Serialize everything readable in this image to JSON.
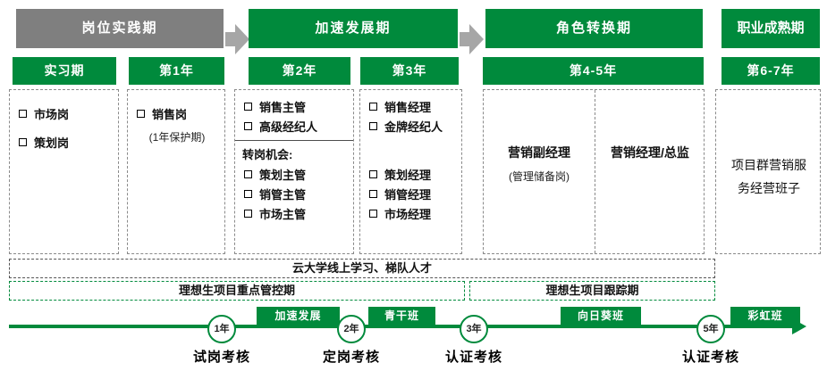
{
  "colors": {
    "green": "#008A3C",
    "gray": "#7F7F7F",
    "arrow_gray": "#A6A6A6"
  },
  "phases": [
    {
      "label": "岗位实践期"
    },
    {
      "label": "加速发展期"
    },
    {
      "label": "角色转换期"
    },
    {
      "label": "职业成熟期"
    }
  ],
  "years": [
    "实习期",
    "第1年",
    "第2年",
    "第3年",
    "第4-5年",
    "第6-7年"
  ],
  "columns": {
    "intern": {
      "items": [
        "市场岗",
        "策划岗"
      ]
    },
    "year1": {
      "item": "销售岗",
      "note": "(1年保护期)"
    },
    "year2": {
      "top": [
        "销售主管",
        "高级经纪人"
      ],
      "transfer_title": "转岗机会:",
      "bottom": [
        "策划主管",
        "销管主管",
        "市场主管"
      ]
    },
    "year3": {
      "top": [
        "销售经理",
        "金牌经纪人"
      ],
      "bottom": [
        "策划经理",
        "销管经理",
        "市场经理"
      ]
    },
    "year45": {
      "left_title": "营销副经理",
      "left_note": "(管理储备岗)",
      "right_title": "营销经理/总监"
    },
    "year67": {
      "line1": "项目群营销服",
      "line2": "务经营班子"
    }
  },
  "bands": {
    "online_learning": "云大学线上学习、梯队人才",
    "key_control": "理想生项目重点管控期",
    "tracking": "理想生项目跟踪期"
  },
  "timeline": {
    "programs": [
      "加速发展",
      "青干班",
      "向日葵班",
      "彩虹班"
    ],
    "milestones": [
      {
        "year": "1年",
        "label": "试岗考核"
      },
      {
        "year": "2年",
        "label": "定岗考核"
      },
      {
        "year": "3年",
        "label": "认证考核"
      },
      {
        "year": "5年",
        "label": "认证考核"
      }
    ]
  }
}
